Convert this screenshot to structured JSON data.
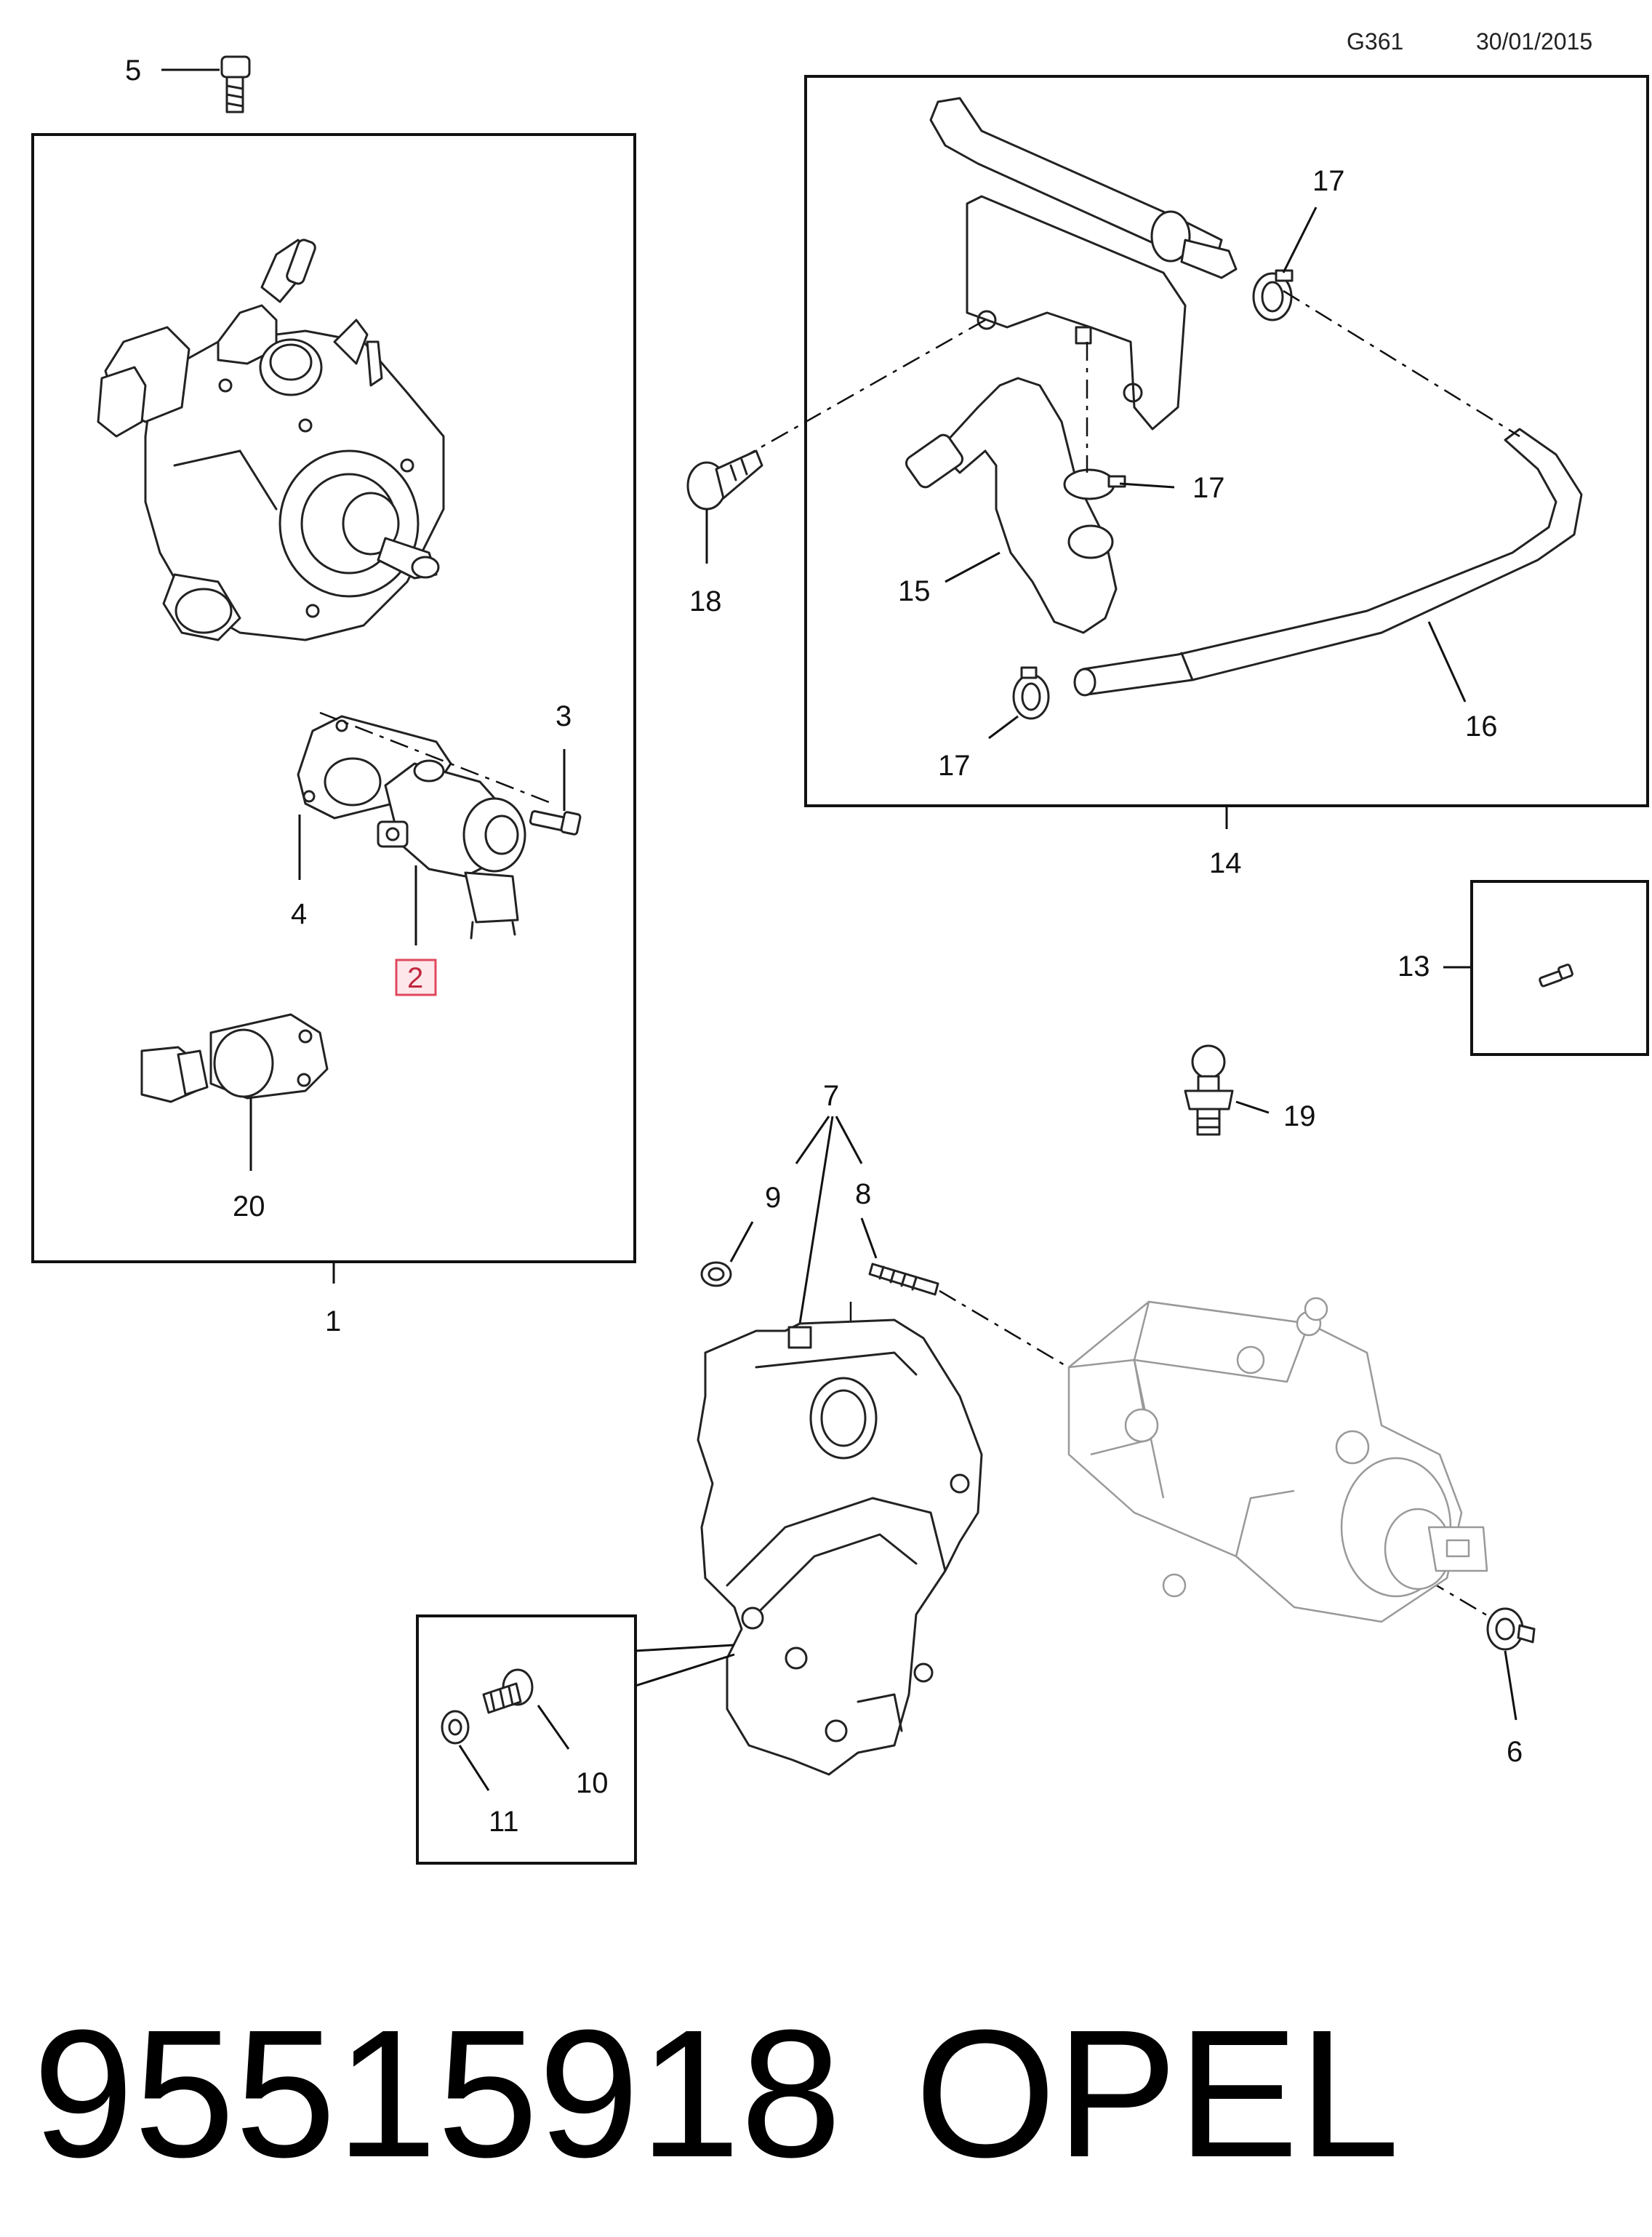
{
  "header": {
    "code": "G361",
    "date": "30/01/2015"
  },
  "footer": {
    "part_number": "95515918",
    "brand": "OPEL"
  },
  "callouts": {
    "c1": "1",
    "c2": "2",
    "c3": "3",
    "c4": "4",
    "c5": "5",
    "c6": "6",
    "c7": "7",
    "c8": "8",
    "c9": "9",
    "c10": "10",
    "c11": "11",
    "c13": "13",
    "c14": "14",
    "c15": "15",
    "c16": "16",
    "c17a": "17",
    "c17b": "17",
    "c17c": "17",
    "c18": "18",
    "c19": "19",
    "c20": "20"
  },
  "highlight": {
    "item": "2",
    "color": "#e0485e"
  }
}
